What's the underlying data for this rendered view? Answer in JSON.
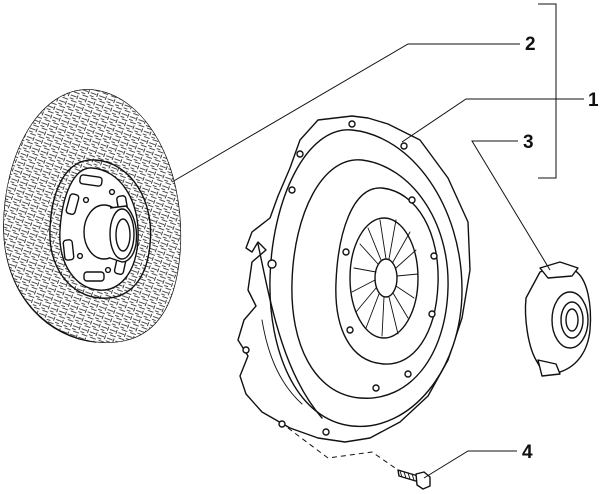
{
  "diagram": {
    "callouts": [
      {
        "id": "1",
        "label": "1"
      },
      {
        "id": "2",
        "label": "2"
      },
      {
        "id": "3",
        "label": "3"
      },
      {
        "id": "4",
        "label": "4"
      }
    ],
    "colors": {
      "line": "#111111",
      "background": "#ffffff"
    }
  }
}
